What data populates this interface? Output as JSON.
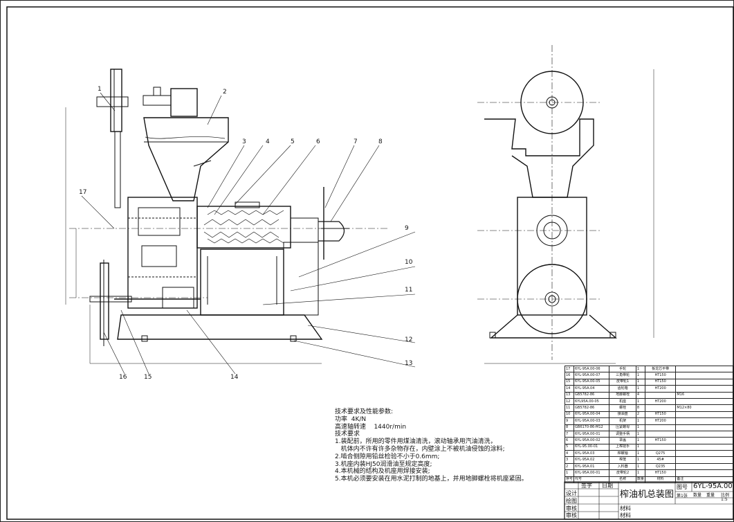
{
  "balloons": [
    "1",
    "2",
    "3",
    "4",
    "5",
    "6",
    "7",
    "8",
    "9",
    "10",
    "11",
    "12",
    "13",
    "14",
    "15",
    "16",
    "17"
  ],
  "notes": {
    "heading": "技术要求及性能参数:",
    "power": "功率  4K/N",
    "speed": "高速轴转速    1440r/min",
    "req_heading": "技术要求",
    "req1": "1.装配前，所用的零件用煤油清洗，滚动轴承用汽油清洗，",
    "req1b": "   机体内不许有许多杂物存在，内壁涂上不被机油侵蚀的涂料;",
    "req2": "2.啮合侧隙用铅丝检验不小于0.6mm;",
    "req3": "3.机座内装HJ50润滑油至规定高度;",
    "req4": "4.本机械的结构及机座用焊接安装;",
    "req5": "5.本机必须要安装在用水泥打制的地基上，并用地脚螺栓将机座紧固。"
  },
  "bom": {
    "rows": [
      [
        "17",
        "6YL-95A.00-06",
        "手轮",
        "1",
        "板龙芯平带",
        ""
      ],
      [
        "16",
        "6YL-95A.00-07",
        "三角带轮",
        "1",
        "HT150",
        ""
      ],
      [
        "15",
        "6YL-95A.00-05",
        "皮带轮1",
        "1",
        "HT150",
        ""
      ],
      [
        "14",
        "6YL-95A.04",
        "齿轮箱",
        "1",
        "HT200",
        ""
      ],
      [
        "13",
        "GB5782-86",
        "地脚螺栓",
        "4",
        "",
        "M16"
      ],
      [
        "12",
        "6YL95A.00-05",
        "机座",
        "1",
        "HT200",
        ""
      ],
      [
        "11",
        "GB5782-86",
        "螺栓",
        "8",
        "",
        "M12×80"
      ],
      [
        "10",
        "6YL-95A.00-04",
        "接油盘",
        "2",
        "HT150",
        ""
      ],
      [
        "9",
        "6YL-95A.00-03",
        "机架",
        "1",
        "HT200",
        ""
      ],
      [
        "8",
        "GB6170-86-M12",
        "压紧螺母",
        "1",
        "",
        ""
      ],
      [
        "7",
        "6YL-95A.00-01",
        "调整手柄",
        "1",
        "",
        ""
      ],
      [
        "6",
        "6YL-95A.00-02",
        "罩盖",
        "1",
        "HT150",
        ""
      ],
      [
        "5",
        "6YL-95.00-01",
        "上榨把手",
        "1",
        "",
        ""
      ],
      [
        "4",
        "6YL-95A.03",
        "榨螺轴",
        "1",
        "Q275",
        ""
      ],
      [
        "3",
        "6YL-95A.02",
        "榨笼",
        "1",
        "45#",
        ""
      ],
      [
        "2",
        "6YL-95A.01",
        "入料器",
        "1",
        "Q235",
        ""
      ],
      [
        "1",
        "6YL-95A.00-01",
        "皮带轮2",
        "1",
        "HT150",
        ""
      ]
    ],
    "header": [
      "序号",
      "代号",
      "名称",
      "数量",
      "材料",
      "备注"
    ]
  },
  "title_block": {
    "sig": "签字",
    "date": "日期",
    "design": "设计",
    "draw": "绘图",
    "check": "审核",
    "approve": "审核",
    "name": "榨油机总装图",
    "drawing_no_label": "图号",
    "drawing_no": "6YL-95A.00",
    "weight": "重量",
    "scale": "比例",
    "sheet": "第1张",
    "qty": "数量",
    "scale_val": "1:5",
    "material": "材料"
  }
}
